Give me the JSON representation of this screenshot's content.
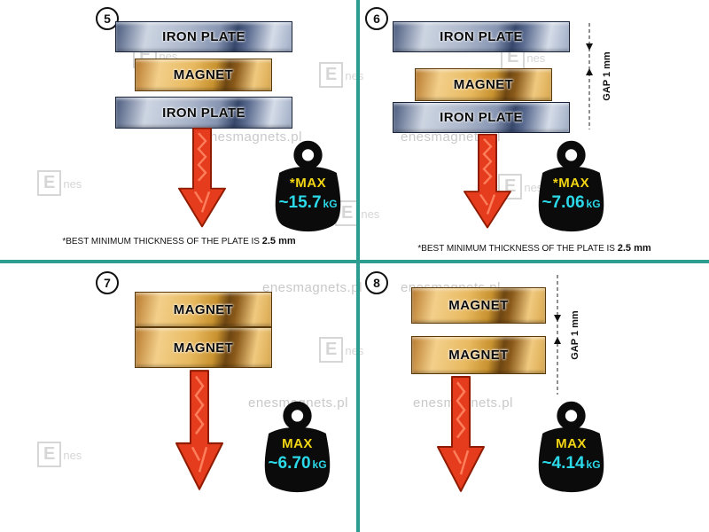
{
  "colors": {
    "divider_teal": "#2d9d92",
    "arrow_red": "#e63c1e",
    "max_label_yellow": "#f2d513",
    "value_cyan": "#2bd9e9",
    "iron_plate_blue": "#8795b2",
    "magnet_gold": "#e0af52",
    "weight_black": "#0b0b0b"
  },
  "watermark": {
    "site": "enesmagnets.pl",
    "logo_e": "E",
    "logo_nes": "nes"
  },
  "panels": [
    {
      "number": "5",
      "layers": [
        "IRON PLATE",
        "MAGNET",
        "IRON PLATE"
      ],
      "weight": {
        "label": "*MAX",
        "value": "~15.7",
        "unit": "kG"
      },
      "footnote_text": "*BEST MINIMUM THICKNESS OF THE PLATE IS ",
      "footnote_bold": "2.5 mm"
    },
    {
      "number": "6",
      "layers": [
        "IRON PLATE",
        "MAGNET",
        "IRON PLATE"
      ],
      "gap_label": "GAP 1 mm",
      "weight": {
        "label": "*MAX",
        "value": "~7.06",
        "unit": "kG"
      },
      "footnote_text": "*BEST MINIMUM THICKNESS OF THE PLATE IS ",
      "footnote_bold": "2.5 mm"
    },
    {
      "number": "7",
      "layers": [
        "MAGNET",
        "MAGNET"
      ],
      "weight": {
        "label": "MAX",
        "value": "~6.70",
        "unit": "kG"
      }
    },
    {
      "number": "8",
      "layers": [
        "MAGNET",
        "MAGNET"
      ],
      "gap_label": "GAP 1 mm",
      "weight": {
        "label": "MAX",
        "value": "~4.14",
        "unit": "kG"
      }
    }
  ]
}
